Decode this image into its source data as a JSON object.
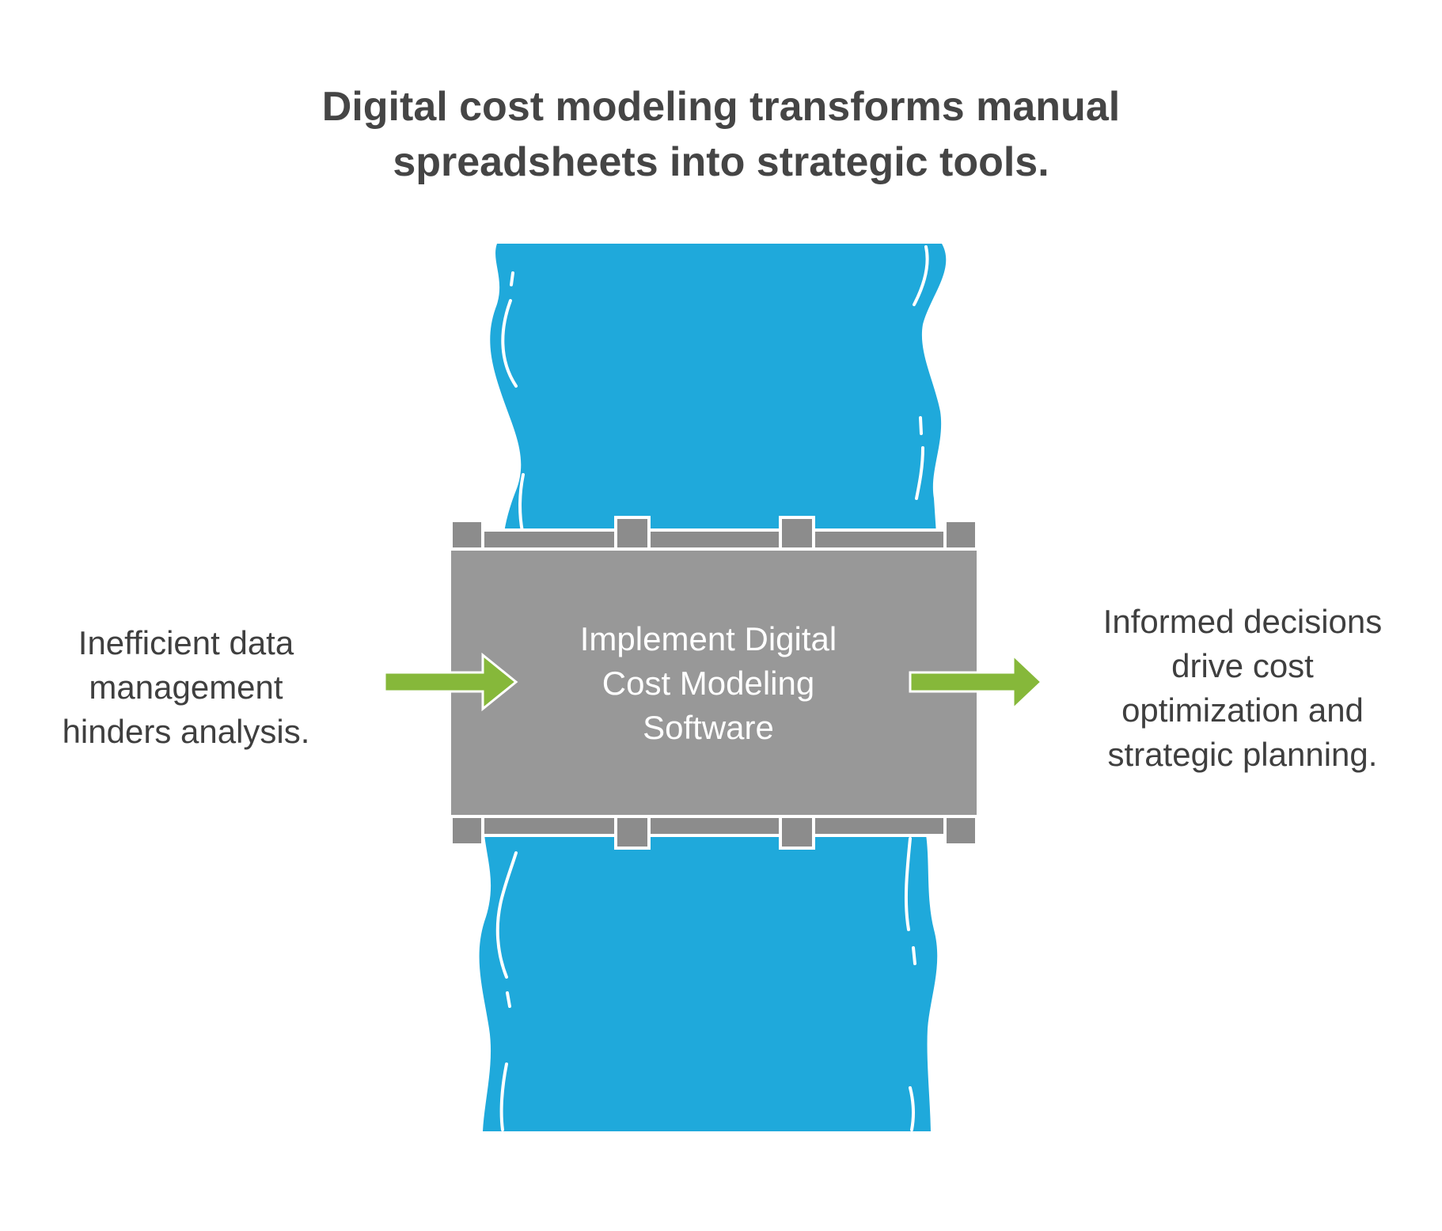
{
  "title": "Digital cost modeling transforms manual\nspreadsheets into strategic tools.",
  "center_label": "Implement Digital\nCost Modeling\nSoftware",
  "input_label": "Inefficient data\nmanagement\nhinders analysis.",
  "output_label": "Informed decisions\ndrive cost\noptimization and\nstrategic planning.",
  "colors": {
    "river": "#1fa9db",
    "bridge": "#989898",
    "bridge_rail": "#8c8c8c",
    "arrow": "#86b83a",
    "title_text": "#454545",
    "label_text": "#3f3f3f"
  },
  "icons": {
    "river": "water-stream",
    "bridge": "bridge-deck",
    "input_arrow": "right-arrow-icon",
    "output_arrow": "right-arrow-icon"
  }
}
